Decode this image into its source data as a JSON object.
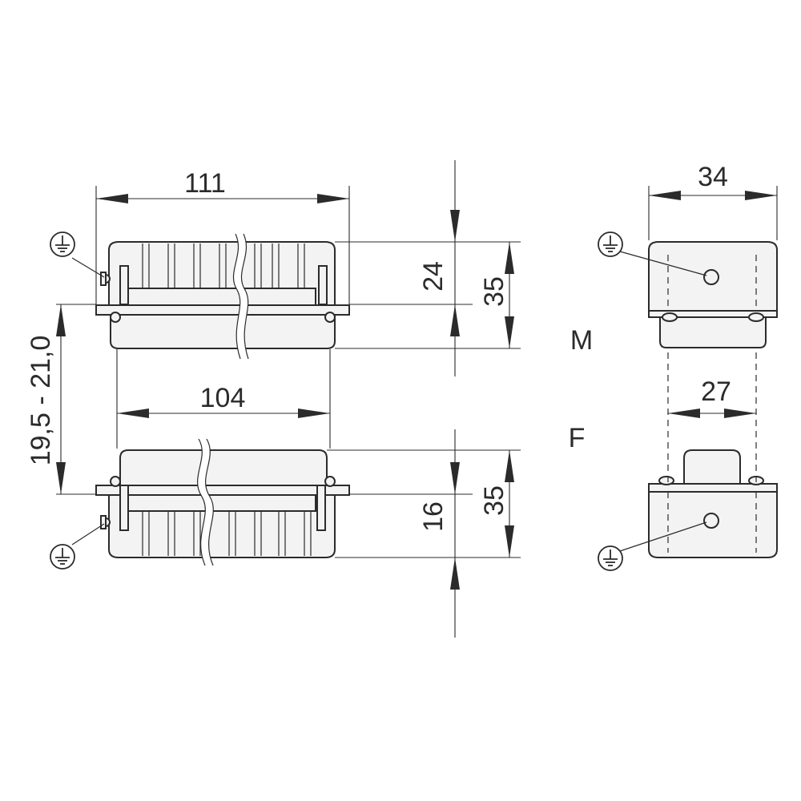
{
  "dimensions": {
    "top_width": "111",
    "top_height_inner": "24",
    "top_height_outer": "35",
    "mid_width": "104",
    "gap_range": "19,5 - 21,0",
    "bottom_height_inner": "16",
    "bottom_height_outer": "35",
    "side_width": "34",
    "side_inner_width": "27"
  },
  "labels": {
    "male": "M",
    "female": "F"
  },
  "icons": [
    "ground-earth-icon",
    "ground-earth-icon",
    "ground-earth-icon",
    "ground-earth-icon"
  ]
}
